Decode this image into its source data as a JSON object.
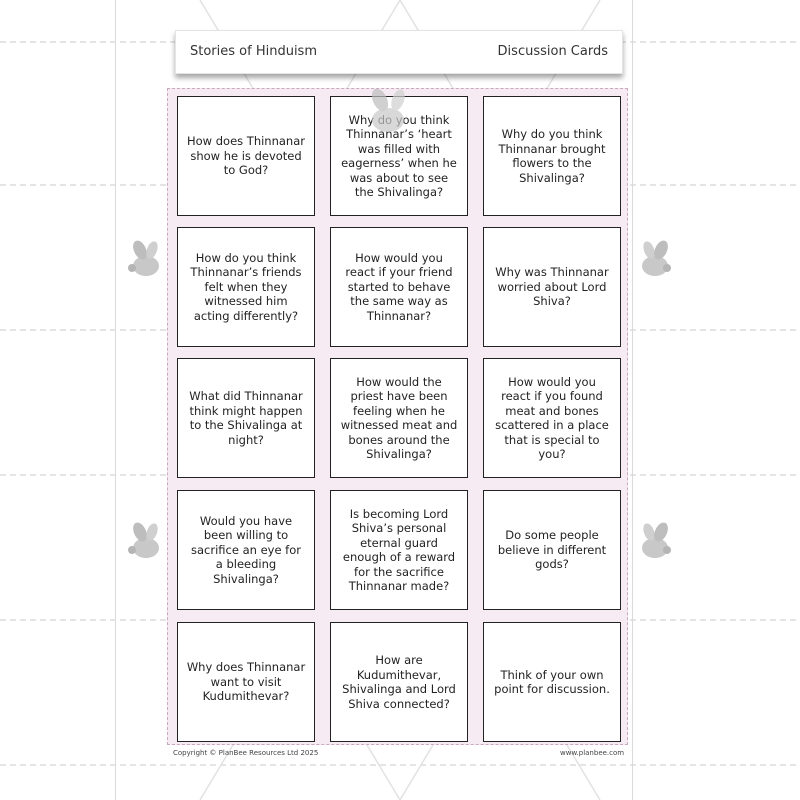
{
  "header": {
    "title_left": "Stories of Hinduism",
    "title_right": "Discussion Cards"
  },
  "cards": [
    "How does Thinnanar show he is devoted to God?",
    "Why do you think Thinnanar’s ‘heart was filled with eagerness’ when he was about to see the Shivalinga?",
    "Why do you think Thinnanar brought flowers to the Shivalinga?",
    "How do you think Thinnanar’s friends felt when they witnessed him acting differently?",
    "How would you react if your friend started to behave the same way as Thinnanar?",
    "Why was Thinnanar worried about Lord Shiva?",
    "What did Thinnanar think might happen to the Shivalinga at night?",
    "How would the priest have been feeling when he witnessed meat and bones around the Shivalinga?",
    "How would you react if you found meat and bones scattered in a place that is special to you?",
    "Would you have been willing to sacrifice an eye for a bleeding Shivalinga?",
    "Is becoming Lord Shiva’s personal eternal guard enough of a reward for the sacrifice Thinnanar made?",
    "Do some people believe in different gods?",
    "Why does Thinnanar want to visit Kudumithevar?",
    "How are Kudumithevar, Shivalinga and Lord Shiva connected?",
    "Think of your own point for discussion."
  ],
  "footer": {
    "copyright": "Copyright © PlanBee Resources Ltd 2025",
    "website": "www.planbee.com"
  },
  "watermark_icon": "bee-icon",
  "colors": {
    "card_border": "#222222",
    "grid_background": "#f6eaf3",
    "watermark": "#c8c8c8"
  }
}
